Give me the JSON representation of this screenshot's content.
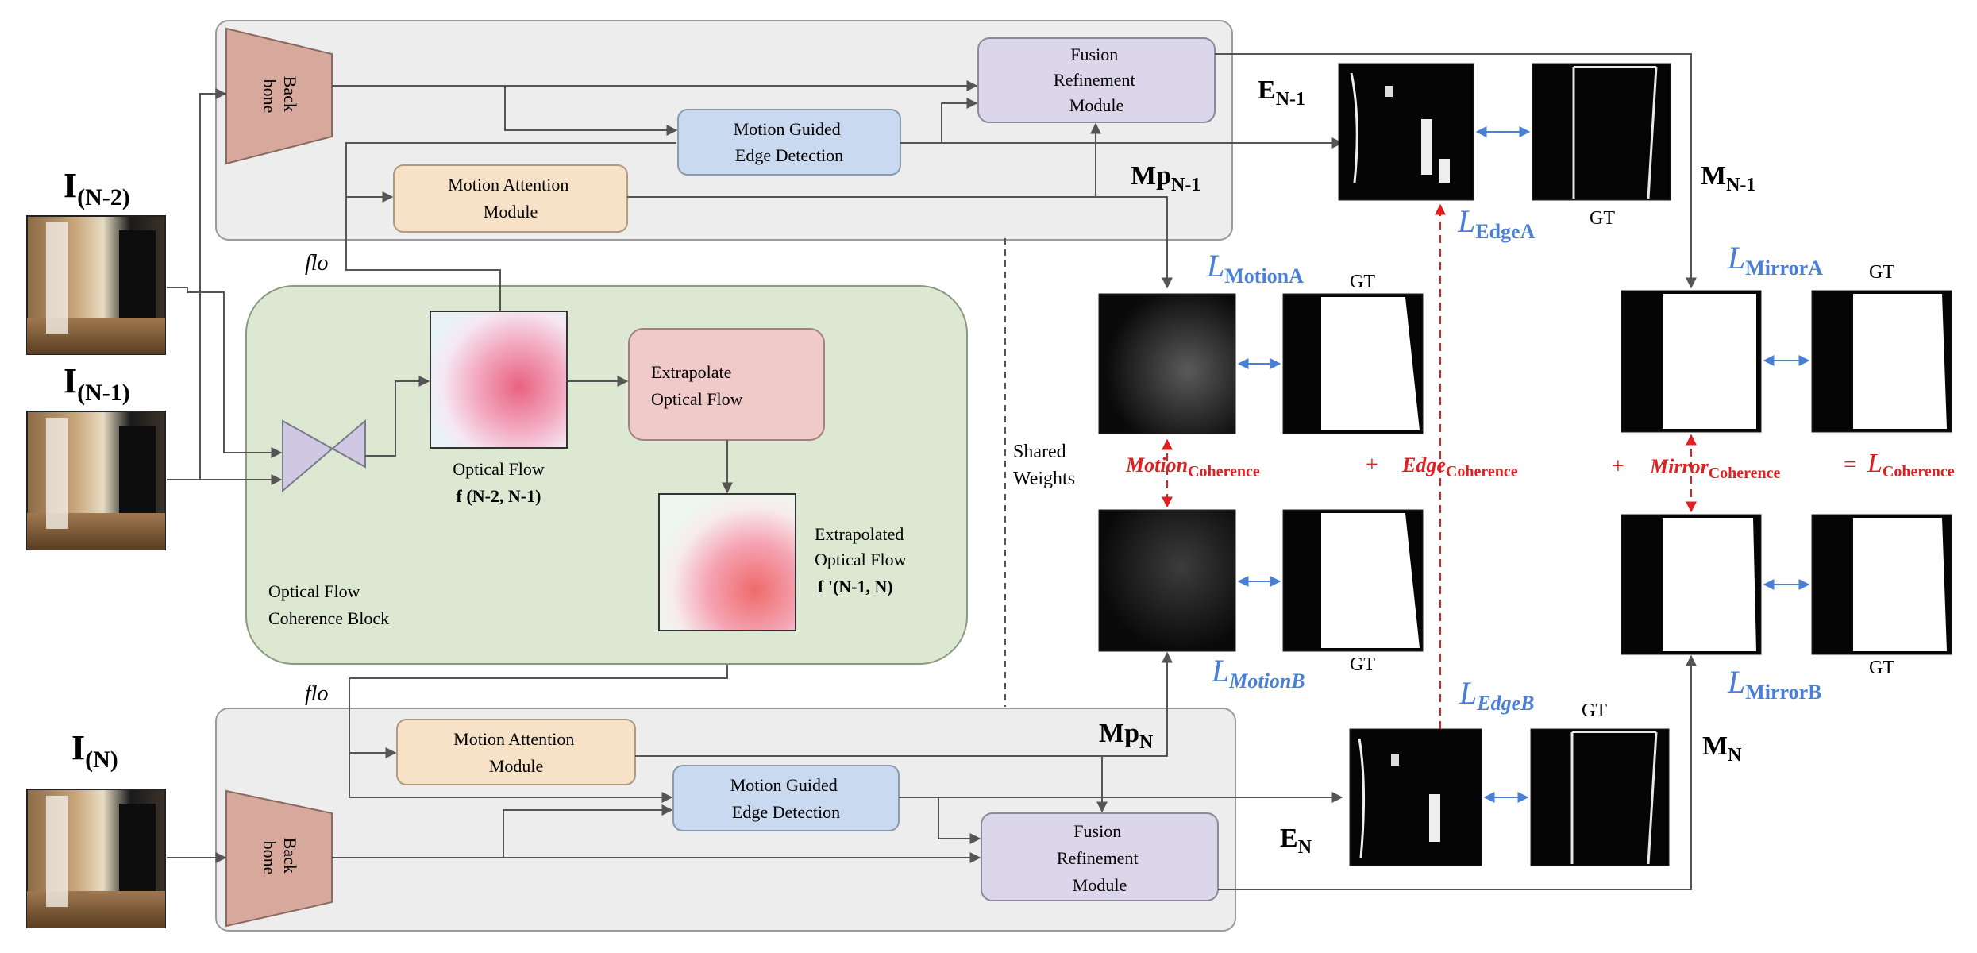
{
  "frames": {
    "prev2": {
      "label_main": "I",
      "label_sub": "(N-2)"
    },
    "prev1": {
      "label_main": "I",
      "label_sub": "(N-1)"
    },
    "curr": {
      "label_main": "I",
      "label_sub": "(N)"
    }
  },
  "top_branch": {
    "backbone": [
      "Back",
      "bone"
    ],
    "motion_attention": [
      "Motion Attention",
      "Module"
    ],
    "motion_edge": [
      "Motion Guided",
      "Edge Detection"
    ],
    "fusion": [
      "Fusion",
      "Refinement",
      "Module"
    ],
    "flo_label": "flo",
    "mp_main": "Mp",
    "mp_sub": "N-1",
    "e_main": "E",
    "e_sub": "N-1",
    "m_main": "M",
    "m_sub": "N-1"
  },
  "bottom_branch": {
    "backbone": [
      "Back",
      "bone"
    ],
    "motion_attention": [
      "Motion Attention",
      "Module"
    ],
    "motion_edge": [
      "Motion Guided",
      "Edge Detection"
    ],
    "fusion": [
      "Fusion",
      "Refinement",
      "Module"
    ],
    "flo_label": "flo",
    "mp_main": "Mp",
    "mp_sub": "N",
    "e_main": "E",
    "e_sub": "N",
    "m_main": "M",
    "m_sub": "N"
  },
  "flow_block": {
    "title": [
      "Optical Flow",
      "Coherence Block"
    ],
    "extrapolate": [
      "Extrapolate",
      "Optical Flow"
    ],
    "flow_caption": "Optical Flow",
    "flow_formula": "f (N-2, N-1)",
    "extrap_caption": [
      "Extrapolated",
      "Optical Flow"
    ],
    "extrap_formula": "f '(N-1, N)"
  },
  "shared_weights": [
    "Shared",
    "Weights"
  ],
  "gt_label": "GT",
  "losses": {
    "motion_a": {
      "main": "L",
      "sub": "MotionA"
    },
    "motion_b": {
      "main": "L",
      "sub": "MotionB"
    },
    "edge_a": {
      "main": "L",
      "sub": "EdgeA"
    },
    "edge_b": {
      "main": "L",
      "sub": "EdgeB"
    },
    "mirror_a": {
      "main": "L",
      "sub": "MirrorA"
    },
    "mirror_b": {
      "main": "L",
      "sub": "MirrorB"
    }
  },
  "coherence": {
    "motion": {
      "main": "Motion",
      "sub": "Coherence"
    },
    "plus1": "+",
    "edge": {
      "main": "Edge",
      "sub": "Coherence"
    },
    "plus2": "+",
    "mirror": {
      "main": "Mirror",
      "sub": "Coherence"
    },
    "equals": "=",
    "total": {
      "main": "L",
      "sub": "Coherence"
    }
  },
  "colors": {
    "panel": "#ededed",
    "panel_border": "#9a9a9a",
    "flow_block": "#dce8d2",
    "backbone": "#d7a99d",
    "attention": "#f7e2c8",
    "edge_det": "#c9d9f0",
    "fusion": "#dcd6ea",
    "extrapolate": "#f0c9c9",
    "loss_blue": "#4a7fd6",
    "coherence_red": "#e02020",
    "arrow": "#555555"
  }
}
